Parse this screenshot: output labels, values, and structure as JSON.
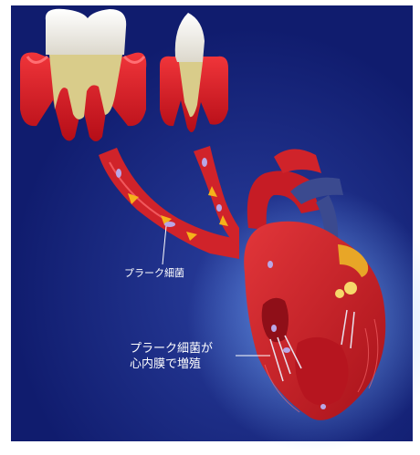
{
  "labels": {
    "plaque_bacteria": "プラーク細菌",
    "endocardium_line1": "プラーク細菌が",
    "endocardium_line2": "心内膜で増殖"
  },
  "colors": {
    "background": "#13227a",
    "gum": "#d8141c",
    "tooth": "#f2efe4",
    "root": "#d9cc8a",
    "vessel": "#d0232a",
    "vein": "#3b4a8f",
    "bacteria": "#b9a7e6",
    "arrow": "#f5b21a"
  }
}
